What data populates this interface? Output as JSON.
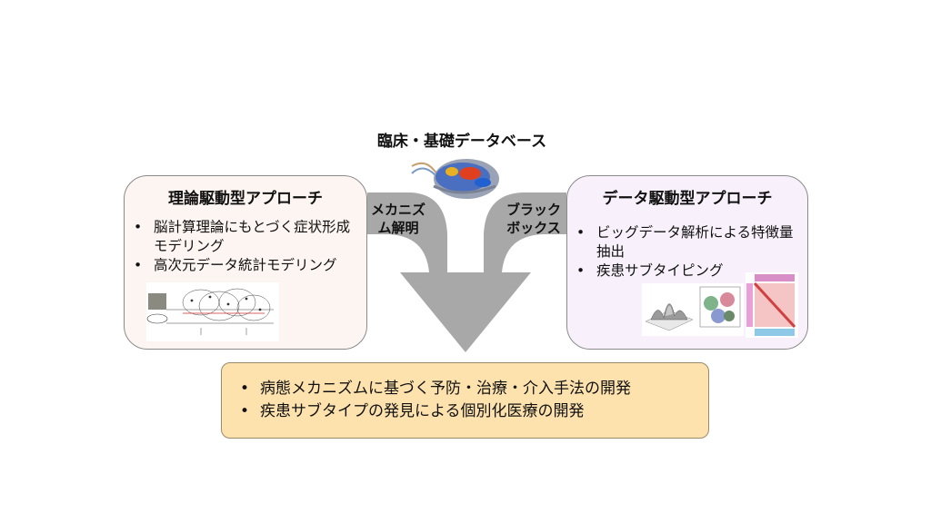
{
  "database": {
    "title": "臨床・基礎データベース"
  },
  "left": {
    "title": "理論駆動型アプローチ",
    "items": [
      "脳計算理論にもとづく症状形成モデリング",
      "高次元データ統計モデリング"
    ]
  },
  "right": {
    "title": "データ駆動型アプローチ",
    "items": [
      "ビッグデータ解析による特徴量抽出",
      "疾患サブタイピング"
    ]
  },
  "arrow_labels": {
    "left": "メカニズム解明",
    "right": "ブラックボックス"
  },
  "outcome": {
    "items": [
      "病態メカニズムに基づく予防・治療・介入手法の開発",
      "疾患サブタイプの発見による個別化医療の開発"
    ]
  },
  "colors": {
    "arrow": "#a8a8a8",
    "left_box": "#fdf5f1",
    "right_box": "#f8f1fb",
    "bottom_box": "#fde2ae",
    "border": "#8a8a8a"
  }
}
